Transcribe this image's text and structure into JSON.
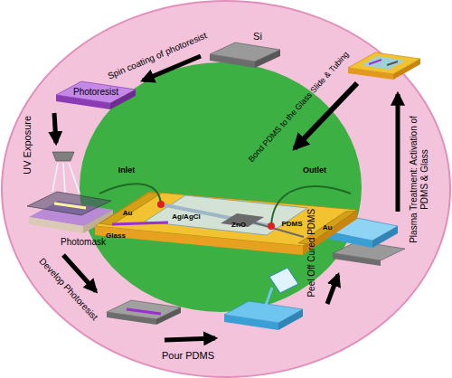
{
  "diagram": {
    "labels": [
      "Spin coating of photoresist",
      "Si",
      "Photoresist",
      "UV Exposure",
      "Photomask",
      "Develop Photoresist",
      "Pour PDMS",
      "Peel Off Cured PDMS",
      "Plasma Treatment: Activation of PDMS & Glass",
      "Bond PDMS to the Glass Slide & Tubing",
      "Inlet",
      "Outlet",
      "Au",
      "Ag/AgCl",
      "Glass",
      "ZnO",
      "PDMS",
      "Au"
    ]
  }
}
